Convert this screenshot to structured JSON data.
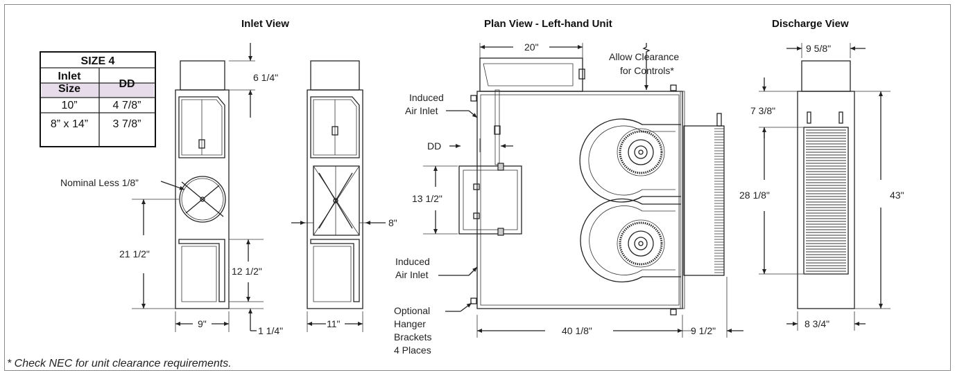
{
  "titles": {
    "inlet_view": "Inlet View",
    "plan_view": "Plan View - Left-hand Unit",
    "discharge_view": "Discharge View"
  },
  "size_table": {
    "title": "SIZE 4",
    "headers": [
      "Inlet Size",
      "DD"
    ],
    "header_inlet_line1": "Inlet",
    "header_inlet_line2": "Size",
    "rows": [
      {
        "inlet": "10”",
        "dd": "4 7/8”"
      },
      {
        "inlet": "8” x 14”",
        "dd": "3 7/8”"
      }
    ],
    "highlight_color": "#e6dcea"
  },
  "inlet_labels": {
    "nominal": "Nominal Less 1/8”",
    "dim_top": "6 1/4\"",
    "dim_height": "21 1/2\"",
    "dim_lower": "12 1/2\"",
    "dim_bottom": "1 1/4\"",
    "dim_width_9": "9\"",
    "dim_width_11": "11\"",
    "dim_8": "8\""
  },
  "plan_labels": {
    "dim_20": "20\"",
    "clearance_line1": "Allow Clearance",
    "clearance_line2": "for Controls*",
    "induced1_line1": "Induced",
    "induced1_line2": "Air Inlet",
    "dd": "DD",
    "dim_13": "13 1/2\"",
    "induced2_line1": "Induced",
    "induced2_line2": "Air Inlet",
    "hanger_line1": "Optional",
    "hanger_line2": "Hanger",
    "hanger_line3": "Brackets",
    "hanger_line4": "4 Places",
    "dim_40": "40 1/8\"",
    "dim_9_5": "9 1/2\""
  },
  "discharge_labels": {
    "dim_top": "9 5/8\"",
    "dim_7": "7 3/8\"",
    "dim_28": "28 1/8\"",
    "dim_43": "43\"",
    "dim_bottom": "8 3/4\""
  },
  "footnote": "* Check NEC for unit clearance requirements."
}
